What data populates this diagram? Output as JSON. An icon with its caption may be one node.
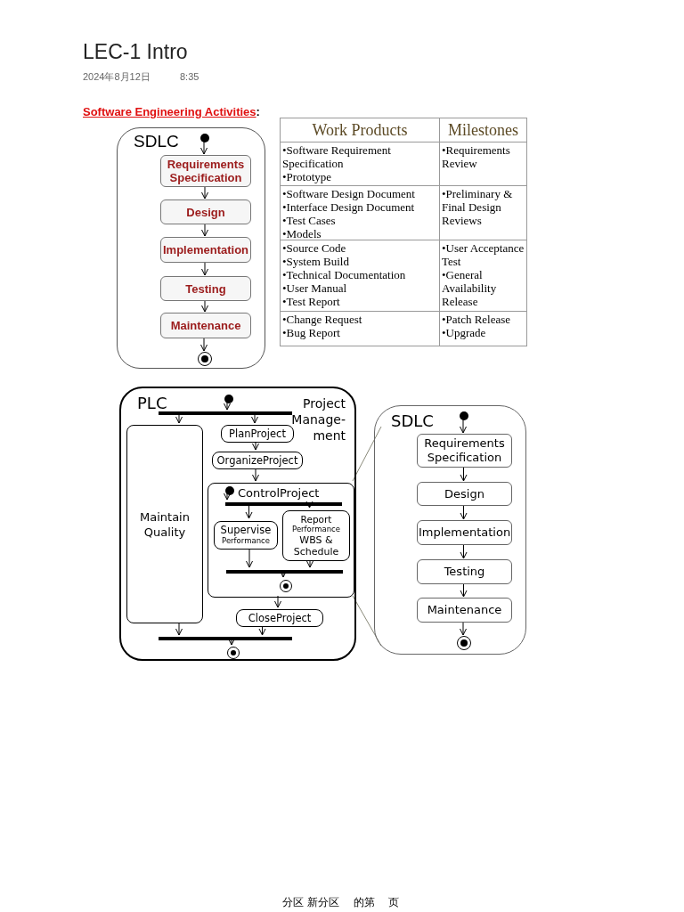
{
  "diagram": {
    "title": "LEC-1 Intro",
    "nodes": [
      {
        "text": [
          "SDLC"
        ]
      },
      {
        "text": [],
        "shape": "circle",
        "in": 0
      },
      {
        "text": [
          "Requirements Specification"
        ],
        "in": 0
      },
      {
        "text": [
          "Design"
        ],
        "in": 0
      },
      {
        "text": [
          "Implementation"
        ],
        "in": 0
      },
      {
        "text": [
          "Testing"
        ],
        "in": 0
      },
      {
        "text": [
          "Maintenance"
        ],
        "in": 0
      },
      {
        "text": [],
        "shape": "bullseye",
        "in": 0
      },
      {
        "text": [
          "PLC",
          "Project Manage-ment"
        ]
      },
      {
        "text": [],
        "shape": "circle",
        "in": 8
      },
      {
        "text": [],
        "shape": "bar",
        "in": 8
      },
      {
        "text": [
          "Maintain Quality"
        ],
        "in": 8
      },
      {
        "text": [
          "PlanProject"
        ],
        "in": 8
      },
      {
        "text": [
          "OrganizeProject"
        ],
        "in": 8
      },
      {
        "text": [
          "ControlProject"
        ],
        "in": 8
      },
      {
        "text": [],
        "shape": "circle",
        "in": 14
      },
      {
        "text": [],
        "shape": "bar",
        "in": 14
      },
      {
        "text": [
          "Supervise",
          "Performance"
        ],
        "in": 14
      },
      {
        "text": [
          "Report",
          "Performance",
          "WBS & Schedule"
        ],
        "in": 14
      },
      {
        "text": [],
        "shape": "bar",
        "in": 14
      },
      {
        "text": [],
        "shape": "bullseye",
        "in": 14
      },
      {
        "text": [
          "CloseProject"
        ],
        "in": 8
      },
      {
        "text": [],
        "shape": "bar",
        "in": 8
      },
      {
        "text": [],
        "shape": "bullseye",
        "in": 8
      },
      {
        "text": [
          "SDLC"
        ]
      },
      {
        "text": [],
        "shape": "circle",
        "in": 24
      },
      {
        "text": [
          "Requirements Specification"
        ],
        "in": 24
      },
      {
        "text": [
          "Design"
        ],
        "in": 24
      },
      {
        "text": [
          "Implementation"
        ],
        "in": 24
      },
      {
        "text": [
          "Testing"
        ],
        "in": 24
      },
      {
        "text": [
          "Maintenance"
        ],
        "in": 24
      },
      {
        "text": [],
        "shape": "bullseye",
        "in": 24
      }
    ],
    "edges": [
      {
        "from": 1,
        "to": 2,
        "arrow": "to"
      },
      {
        "from": 2,
        "to": 3,
        "arrow": "to"
      },
      {
        "from": 3,
        "to": 4,
        "arrow": "to"
      },
      {
        "from": 4,
        "to": 5,
        "arrow": "to"
      },
      {
        "from": 5,
        "to": 6,
        "arrow": "to"
      },
      {
        "from": 6,
        "to": 7,
        "arrow": "to"
      },
      {
        "from": 9,
        "to": 10,
        "arrow": "to"
      },
      {
        "from": 10,
        "to": 11,
        "arrow": "to"
      },
      {
        "from": 10,
        "to": 12,
        "arrow": "to"
      },
      {
        "from": 12,
        "to": 13,
        "arrow": "to"
      },
      {
        "from": 13,
        "to": 14,
        "arrow": "to"
      },
      {
        "from": 15,
        "to": 16,
        "arrow": "to"
      },
      {
        "from": 16,
        "to": 17,
        "arrow": "to"
      },
      {
        "from": 16,
        "to": 18,
        "arrow": "to"
      },
      {
        "from": 17,
        "to": 19,
        "arrow": "to"
      },
      {
        "from": 18,
        "to": 19,
        "arrow": "to"
      },
      {
        "from": 19,
        "to": 20,
        "arrow": "to"
      },
      {
        "from": 14,
        "to": 21,
        "arrow": "to"
      },
      {
        "from": 11,
        "to": 22,
        "arrow": "to"
      },
      {
        "from": 21,
        "to": 22,
        "arrow": "to"
      },
      {
        "from": 22,
        "to": 23,
        "arrow": "to"
      },
      {
        "from": 25,
        "to": 26,
        "arrow": "to"
      },
      {
        "from": 26,
        "to": 27,
        "arrow": "to"
      },
      {
        "from": 27,
        "to": 28,
        "arrow": "to"
      },
      {
        "from": 28,
        "to": 29,
        "arrow": "to"
      },
      {
        "from": 29,
        "to": 30,
        "arrow": "to"
      },
      {
        "from": 30,
        "to": 31,
        "arrow": "to"
      },
      {
        "from": 14,
        "to": 24,
        "arrow": "none",
        "color": "#8a8a7a"
      },
      {
        "from": 14,
        "to": 24,
        "arrow": "none",
        "color": "#8a8a7a"
      }
    ],
    "labels": [
      "2024年8月12日",
      "8:35",
      "Software Engineering Activities",
      ":",
      "Work Products",
      "Milestones",
      "•Software Requirement Specification",
      "•Prototype",
      "•Requirements Review",
      "•Software Design Document",
      "•Interface Design Document",
      "•Test Cases",
      "•Models",
      "•Preliminary & Final Design Reviews",
      "•Source Code",
      "•System Build",
      "•Technical Documentation",
      "•User Manual",
      "•Test Report",
      "•User Acceptance Test",
      "•General Availability Release",
      "•Change Request",
      "•Bug Report",
      "•Patch Release",
      "•Upgrade",
      "分区 新分区",
      "的第",
      "页"
    ]
  }
}
